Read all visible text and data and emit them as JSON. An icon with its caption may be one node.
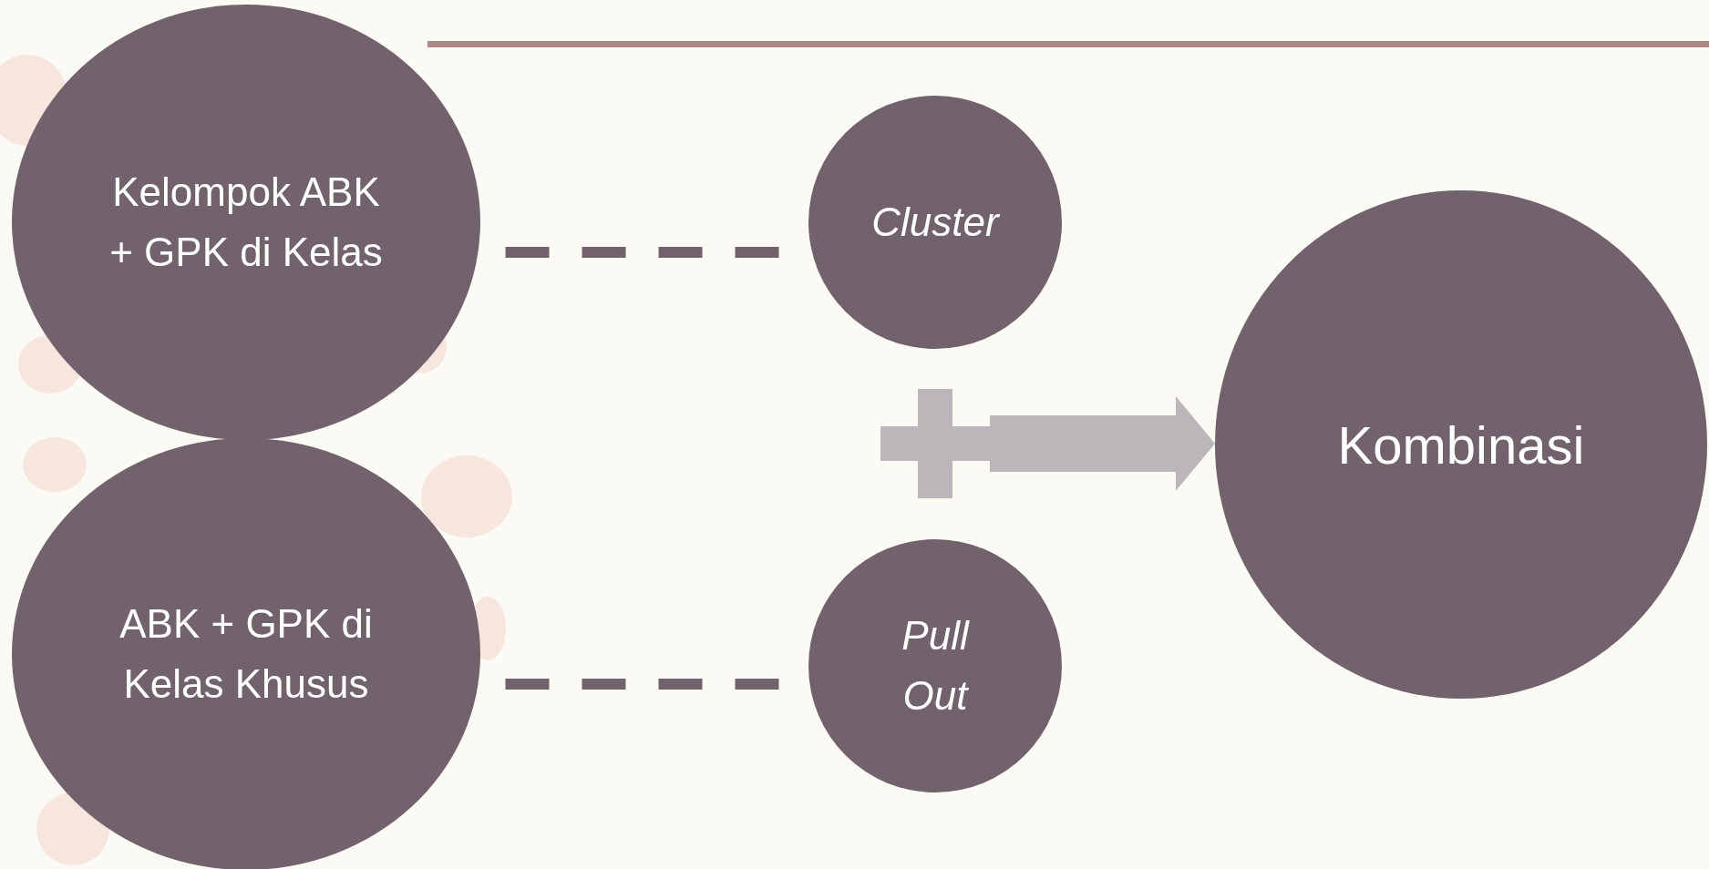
{
  "diagram": {
    "nodes": [
      {
        "text": [
          "Kelompok ABK + GPK di Kelas"
        ]
      },
      {
        "text": [
          "ABK + GPK di Kelas Khusus"
        ]
      },
      {
        "text": [
          "Cluster"
        ]
      },
      {
        "text": [
          "Pull Out"
        ]
      },
      {
        "text": [],
        "shape": "plus"
      },
      {
        "text": [
          "Kombinasi"
        ]
      }
    ],
    "edges": [
      {
        "from": 0,
        "to": 2,
        "arrow": "none",
        "style": "dashed"
      },
      {
        "from": 1,
        "to": 3,
        "arrow": "none",
        "style": "dashed"
      },
      {
        "from": 4,
        "to": 5,
        "arrow": "to",
        "style": "thick",
        "color": "#bbb6ba"
      }
    ]
  }
}
